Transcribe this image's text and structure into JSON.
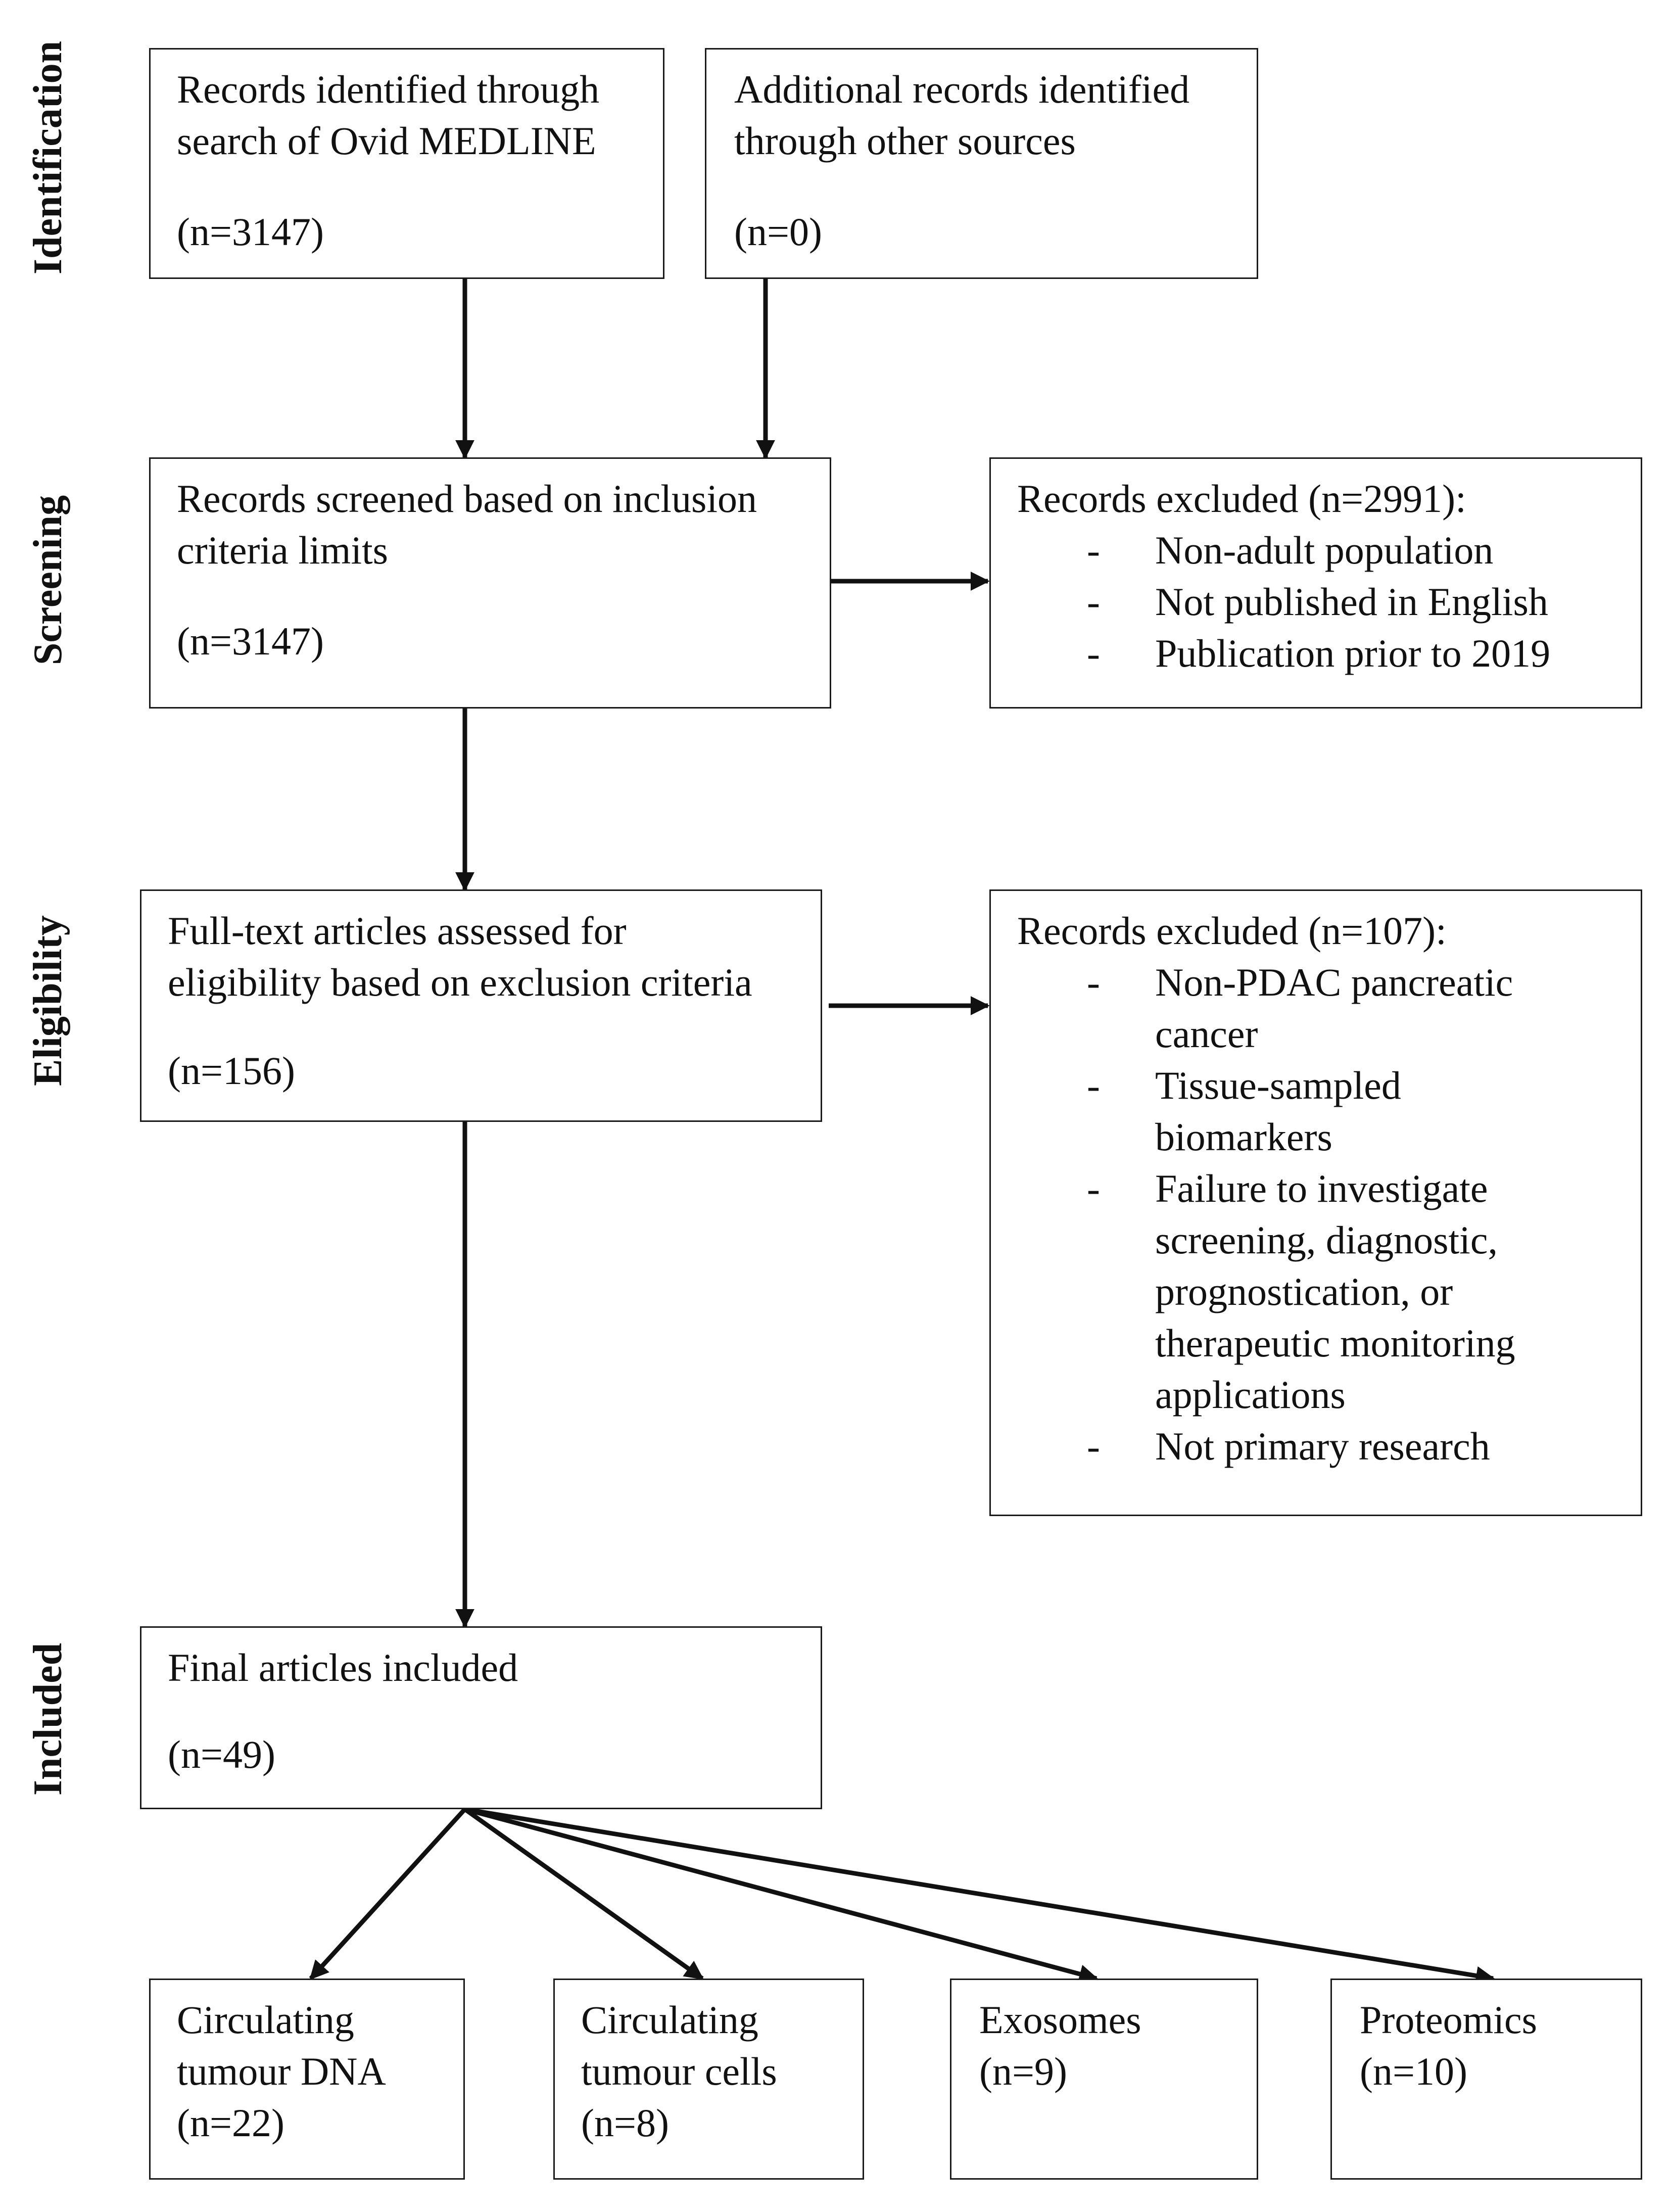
{
  "stages": {
    "identification": "Identification",
    "screening": "Screening",
    "eligibility": "Eligibility",
    "included": "Included"
  },
  "identification": {
    "database_box": {
      "line1": "Records identified through",
      "line2": "search of Ovid MEDLINE",
      "count": "(n=3147)"
    },
    "other_box": {
      "line1": "Additional records identified",
      "line2": "through other sources",
      "count": "(n=0)"
    }
  },
  "screening": {
    "screened_box": {
      "line1": "Records screened based on inclusion",
      "line2": "criteria limits",
      "count": "(n=3147)"
    },
    "excluded_box": {
      "heading": "Records excluded (n=2991):",
      "dash": "-",
      "reasons": [
        "Non-adult population",
        "Not published in English",
        "Publication prior to 2019"
      ]
    }
  },
  "eligibility": {
    "assessed_box": {
      "line1": "Full-text articles assessed for",
      "line2": "eligibility based on exclusion criteria",
      "count": "(n=156)"
    },
    "excluded_box": {
      "heading": "Records excluded (n=107):",
      "dash": "-",
      "reasons": [
        [
          "Non-PDAC pancreatic",
          "cancer"
        ],
        [
          "Tissue-sampled",
          "biomarkers"
        ],
        [
          "Failure to investigate",
          "screening, diagnostic,",
          "prognostication, or",
          "therapeutic monitoring",
          "applications"
        ],
        [
          "Not primary research"
        ]
      ]
    }
  },
  "included": {
    "final_box": {
      "line1": "Final articles included",
      "count": "(n=49)"
    },
    "categories": [
      {
        "line1": "Circulating",
        "line2": "tumour DNA",
        "count": "(n=22)"
      },
      {
        "line1": "Circulating",
        "line2": "tumour cells",
        "count": "(n=8)"
      },
      {
        "line1": "Exosomes",
        "count": "(n=9)"
      },
      {
        "line1": "Proteomics",
        "count": "(n=10)"
      }
    ]
  }
}
